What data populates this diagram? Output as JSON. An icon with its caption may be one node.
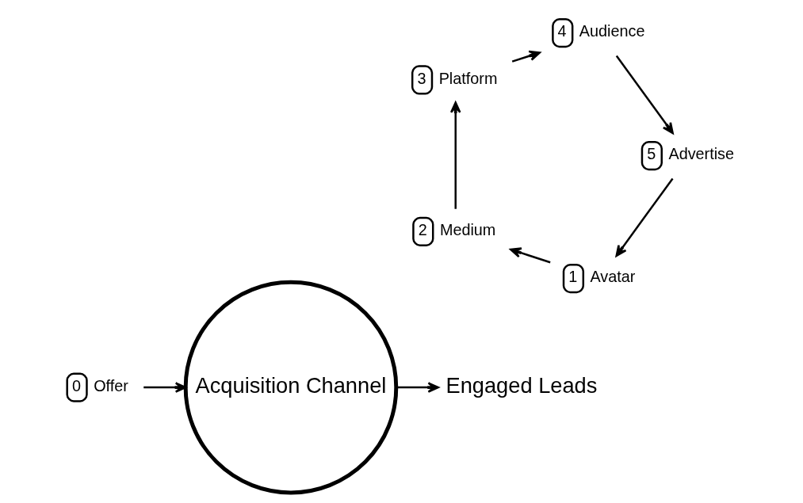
{
  "diagram": {
    "nodes": [
      {
        "text": [
          "0"
        ],
        "beside": [
          "Offer"
        ]
      },
      {
        "text": [
          "1"
        ],
        "beside": [
          "Avatar"
        ]
      },
      {
        "text": [
          "2"
        ],
        "beside": [
          "Medium"
        ]
      },
      {
        "text": [
          "5"
        ],
        "beside": [
          "Advertise"
        ]
      },
      {
        "text": [
          "Acquisition Channel"
        ]
      },
      {
        "text": [
          "Engaged Leads"
        ]
      },
      {
        "text": [
          "3"
        ],
        "beside": [
          "Platform"
        ]
      },
      {
        "text": [
          "4"
        ],
        "beside": [
          "Audience"
        ]
      }
    ],
    "edges": [
      {
        "from": 0,
        "to": 4,
        "arrow": "to"
      },
      {
        "from": 1,
        "to": 2,
        "arrow": "to"
      },
      {
        "from": 2,
        "to": 6,
        "arrow": "to"
      },
      {
        "from": 6,
        "to": 7,
        "arrow": "to"
      },
      {
        "from": 7,
        "to": 3,
        "arrow": "to"
      },
      {
        "from": 3,
        "to": 1,
        "arrow": "to"
      },
      {
        "from": 4,
        "to": 5,
        "arrow": "to"
      }
    ]
  }
}
